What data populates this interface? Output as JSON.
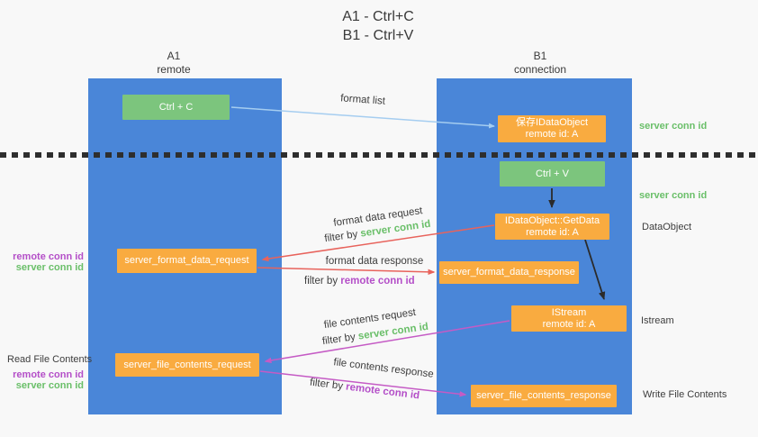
{
  "title": {
    "line1": "A1 - Ctrl+C",
    "line2": "B1 - Ctrl+V"
  },
  "lanes": {
    "a": {
      "name": "A1",
      "role": "remote"
    },
    "b": {
      "name": "B1",
      "role": "connection"
    }
  },
  "nodes": {
    "ctrl_c": "Ctrl + C",
    "ctrl_v": "Ctrl + V",
    "save_dataobject": {
      "line1": "保存IDataObject",
      "line2": "remote id: A"
    },
    "getdata": {
      "line1": "IDataObject::GetData",
      "line2": "remote id: A"
    },
    "istream": {
      "line1": "IStream",
      "line2": "remote id: A"
    },
    "format_request": "server_format_data_request",
    "format_response": "server_format_data_response",
    "file_request": "server_file_contents_request",
    "file_response": "server_file_contents_response"
  },
  "side_labels": {
    "server_conn_id_top": "server conn id",
    "server_conn_id_mid": "server conn id",
    "dataobject": "DataObject",
    "istream": "Istream",
    "write_file_contents": "Write File Contents",
    "read_file_contents": "Read File Contents"
  },
  "left_labels": {
    "mid": {
      "remote": "remote conn id",
      "server": "server conn id"
    },
    "bottom": {
      "remote": "remote conn id",
      "server": "server conn id"
    }
  },
  "flows": {
    "format_list": "format list",
    "format_data_request": {
      "label": "format data request",
      "filter_prefix": "filter by",
      "filter_key": "server conn id"
    },
    "format_data_response": {
      "label": "format data response",
      "filter_prefix": "filter by",
      "filter_key": "remote conn id"
    },
    "file_contents_request": {
      "label": "file contents request",
      "filter_prefix": "filter by",
      "filter_key": "server conn id"
    },
    "file_contents_response": {
      "label": "file contents response",
      "filter_prefix": "filter by",
      "filter_key": "remote conn id"
    }
  },
  "colors": {
    "lane_blue": "#4a86d8",
    "node_green": "#7cc57d",
    "node_orange": "#f9ab40",
    "key_green": "#6abf69",
    "key_purple": "#b44fc8",
    "arrow_red": "#e8635c",
    "arrow_magenta": "#c55bc5",
    "arrow_lightblue": "#a5cdf0",
    "arrow_black": "#2b2b2b",
    "background": "#f8f8f8"
  }
}
